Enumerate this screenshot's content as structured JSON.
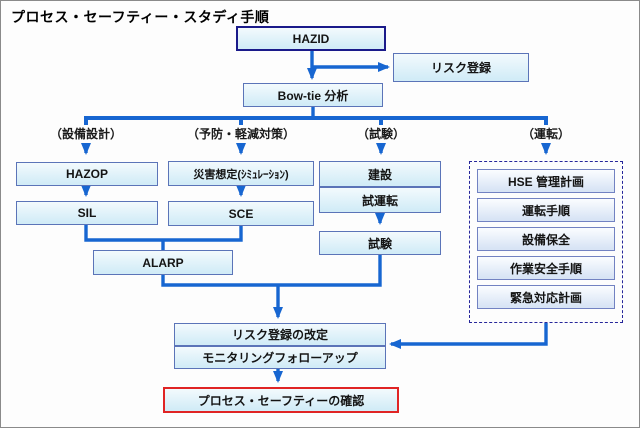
{
  "title": "プロセス・セーフティー・スタディ手順",
  "branches": {
    "design": "（設備設計）",
    "prevention": "（予防・軽減対策）",
    "test": "（試験）",
    "operation": "（運転）"
  },
  "nodes": {
    "hazid": "HAZID",
    "risk_register": "リスク登録",
    "bowtie": "Bow-tie 分析",
    "hazop": "HAZOP",
    "sil": "SIL",
    "disaster_sim": "災害想定(ｼﾐｭﾚｰｼｮﾝ)",
    "sce": "SCE",
    "alarp": "ALARP",
    "construction": "建設",
    "commissioning": "試運転",
    "test_run": "試験",
    "hse_plan": "HSE 管理計画",
    "operating_procedure": "運転手順",
    "maintenance": "設備保全",
    "work_safety": "作業安全手順",
    "emergency_plan": "緊急対応計画",
    "risk_register_revision": "リスク登録の改定",
    "monitoring_followup": "モニタリングフォローアップ",
    "process_safety_confirmation": "プロセス・セーフティーの確認"
  },
  "colors": {
    "connector_blue": "#1766d1",
    "node_border": "#5b74b8",
    "node_fill": "#d9f0f9",
    "hazid_border": "#1a1a8a",
    "operation_box_border": "#7282c2",
    "dashed_border": "#26269a",
    "highlight_red": "#e02424"
  }
}
